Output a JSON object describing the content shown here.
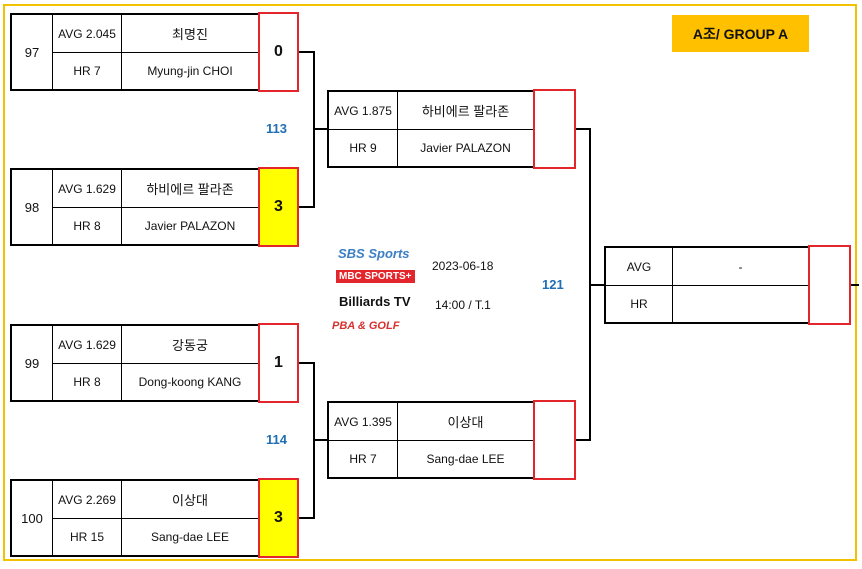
{
  "group_label": "A조/ GROUP A",
  "schedule": {
    "date": "2023-06-18",
    "time": "14:00 / T.1"
  },
  "broadcasters": [
    {
      "name": "SBS Sports",
      "color": "#3b7fc4"
    },
    {
      "name": "MBC SPORTS+",
      "color": "#e3262b"
    },
    {
      "name": "Billiards TV",
      "color": "#111111"
    },
    {
      "name": "PBA & GOLF",
      "color": "#d6322f"
    }
  ],
  "round1": [
    {
      "match": "97",
      "avg": "AVG 2.045",
      "name_kr": "최명진",
      "hr": "HR 7",
      "name_en": "Myung-jin CHOI",
      "score": "0",
      "winner": false
    },
    {
      "match": "98",
      "avg": "AVG 1.629",
      "name_kr": "하비에르 팔라존",
      "hr": "HR 8",
      "name_en": "Javier PALAZON",
      "score": "3",
      "winner": true
    },
    {
      "match": "99",
      "avg": "AVG 1.629",
      "name_kr": "강동궁",
      "hr": "HR 8",
      "name_en": "Dong-koong KANG",
      "score": "1",
      "winner": false
    },
    {
      "match": "100",
      "avg": "AVG 2.269",
      "name_kr": "이상대",
      "hr": "HR 15",
      "name_en": "Sang-dae LEE",
      "score": "3",
      "winner": true
    }
  ],
  "round2_match_numbers": [
    "113",
    "114"
  ],
  "round2": [
    {
      "avg": "AVG 1.875",
      "name_kr": "하비에르 팔라존",
      "hr": "HR 9",
      "name_en": "Javier PALAZON",
      "score": ""
    },
    {
      "avg": "AVG 1.395",
      "name_kr": "이상대",
      "hr": "HR 7",
      "name_en": "Sang-dae LEE",
      "score": ""
    }
  ],
  "final_match_number": "121",
  "final": {
    "avg": "AVG",
    "name": "-",
    "hr": "HR",
    "score": ""
  }
}
